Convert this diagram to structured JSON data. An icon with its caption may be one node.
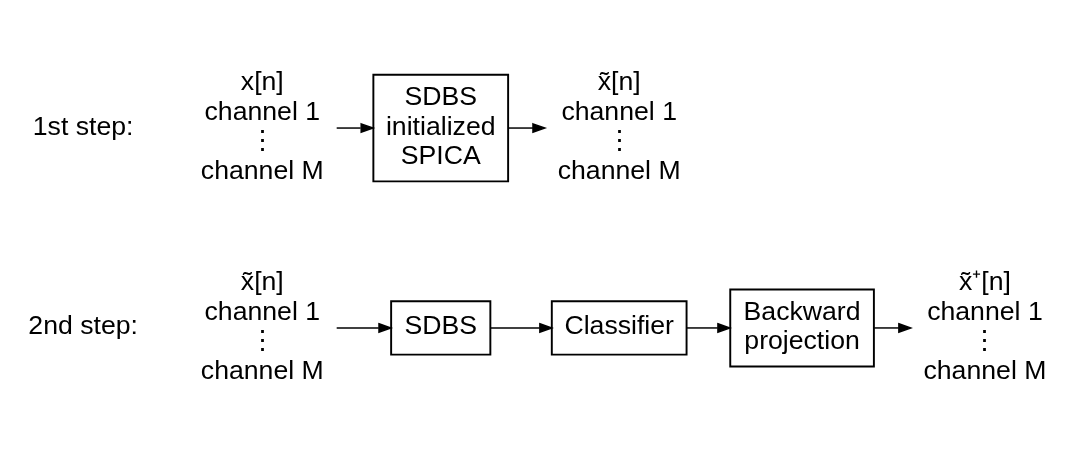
{
  "diagram": {
    "nodes": [
      {
        "text": [
          "x[n]",
          "channel 1",
          "⋮",
          "channel M"
        ]
      },
      {
        "text": [
          "SDBS initialized SPICA"
        ]
      },
      {
        "text": [
          "x̃[n]",
          "channel 1",
          "⋮",
          "channel M"
        ]
      },
      {
        "text": [
          "x̃[n]",
          "channel 1",
          "⋮",
          "channel M"
        ]
      },
      {
        "text": [
          "SDBS"
        ]
      },
      {
        "text": [
          "Classifier"
        ]
      },
      {
        "text": [
          "Backward projection"
        ]
      },
      {
        "text": [
          "x̃⁺[n]",
          "channel 1",
          "⋮",
          "channel M"
        ]
      }
    ],
    "edges": [
      {
        "from": 0,
        "to": 1,
        "arrow": "to"
      },
      {
        "from": 1,
        "to": 2,
        "arrow": "to"
      },
      {
        "from": 3,
        "to": 4,
        "arrow": "to"
      },
      {
        "from": 4,
        "to": 5,
        "arrow": "to"
      },
      {
        "from": 5,
        "to": 6,
        "arrow": "to"
      },
      {
        "from": 6,
        "to": 7,
        "arrow": "to"
      }
    ],
    "labels": [
      "1st step:",
      "2nd step:"
    ]
  }
}
